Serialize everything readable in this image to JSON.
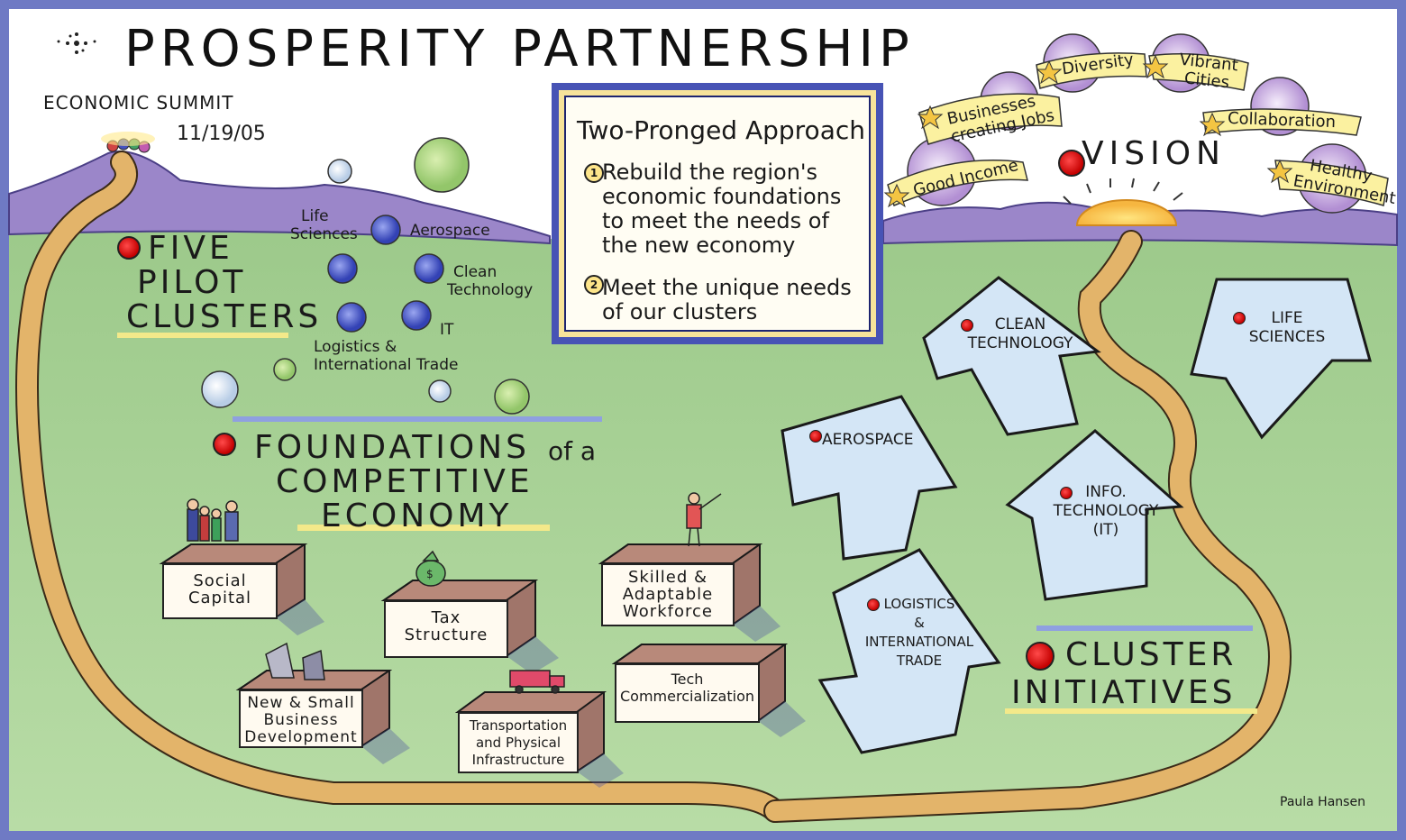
{
  "header": {
    "title": "PROSPERITY PARTNERSHIP",
    "event": "ECONOMIC SUMMIT",
    "date": "11/19/05"
  },
  "pilot_clusters": {
    "heading": [
      "FIVE",
      "PILOT",
      "CLUSTERS"
    ],
    "labels": {
      "life_sciences": [
        "Life",
        "Sciences"
      ],
      "aerospace": "Aerospace",
      "clean_technology": [
        "Clean",
        "Technology"
      ],
      "it": "IT",
      "logistics": [
        "Logistics &",
        "International Trade"
      ]
    }
  },
  "approach": {
    "title": "Two-Pronged Approach",
    "items": [
      {
        "number": "1",
        "text": "Rebuild the region's economic foundations to meet the needs of the new economy"
      },
      {
        "number": "2",
        "text": "Meet the unique needs of our clusters"
      }
    ]
  },
  "vision": {
    "heading": "VISION",
    "banners": [
      {
        "text": "Good Income"
      },
      {
        "text": "Businesses creating Jobs"
      },
      {
        "text": "Diversity"
      },
      {
        "text": "Vibrant Cities"
      },
      {
        "text": "Collaboration"
      },
      {
        "text": "Healthy Environment"
      }
    ]
  },
  "foundations": {
    "heading_line1": "FOUNDATIONS",
    "heading_of": "of a",
    "heading_line2": "COMPETITIVE",
    "heading_line3": "ECONOMY",
    "blocks": [
      {
        "lines": [
          "Social",
          "Capital"
        ]
      },
      {
        "lines": [
          "Tax",
          "Structure"
        ]
      },
      {
        "lines": [
          "Skilled &",
          "Adaptable",
          "Workforce"
        ]
      },
      {
        "lines": [
          "New & Small",
          "Business",
          "Development"
        ]
      },
      {
        "lines": [
          "Transportation",
          "and Physical",
          "Infrastructure"
        ]
      },
      {
        "lines": [
          "Tech",
          "Commercialization"
        ]
      }
    ]
  },
  "cluster_initiatives": {
    "heading_line1": "CLUSTER",
    "heading_line2": "INITIATIVES",
    "arrows": [
      {
        "lines": [
          "CLEAN",
          "TECHNOLOGY"
        ]
      },
      {
        "lines": [
          "LIFE",
          "SCIENCES"
        ]
      },
      {
        "lines": [
          "AEROSPACE"
        ]
      },
      {
        "lines": [
          "INFO.",
          "TECHNOLOGY",
          "(IT)"
        ]
      },
      {
        "lines": [
          "LOGISTICS",
          "&",
          "INTERNATIONAL",
          "TRADE"
        ]
      }
    ]
  },
  "signature": "Paula Hansen",
  "colors": {
    "frame": "#6f7ac4",
    "mountains": "#9b86c9",
    "grass": "#8fbf7a",
    "road": "#d9a85a",
    "highlight": "#f3e98a",
    "bullet": "#d91a1a",
    "arrow_fill": "#d4e6f6",
    "box": "#c6977f"
  },
  "icons": [
    "sparkle-icon",
    "people-icon",
    "money-bag-icon",
    "person-pointing-icon",
    "buildings-icon",
    "truck-icon",
    "star-icon",
    "sun-icon"
  ]
}
